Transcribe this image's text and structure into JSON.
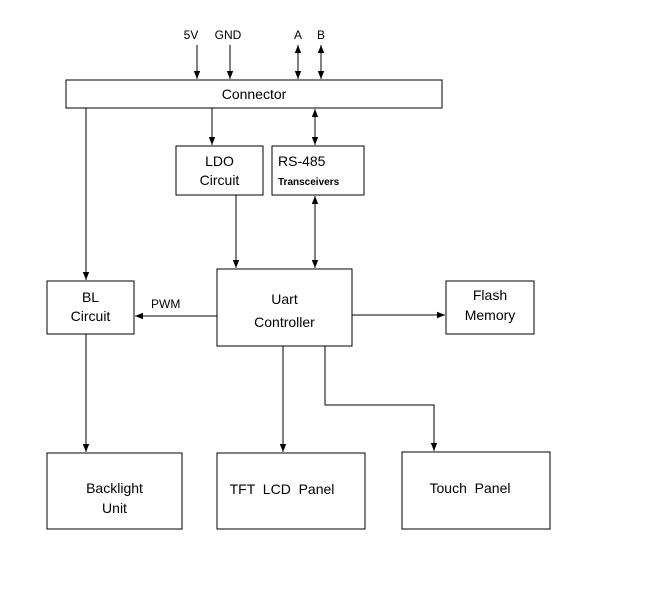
{
  "signals": {
    "v5": "5V",
    "gnd": "GND",
    "a": "A",
    "b": "B",
    "pwm": "PWM"
  },
  "blocks": {
    "connector": "Connector",
    "ldo": [
      "LDO",
      "Circuit"
    ],
    "rs485": [
      "RS-485",
      "Transceivers"
    ],
    "bl": [
      "BL",
      "Circuit"
    ],
    "uart": [
      "Uart",
      "Controller"
    ],
    "flash": [
      "Flash",
      "Memory"
    ],
    "backlight": [
      "Backlight",
      "Unit"
    ],
    "tft": "TFT  LCD  Panel",
    "touch": "Touch  Panel"
  }
}
